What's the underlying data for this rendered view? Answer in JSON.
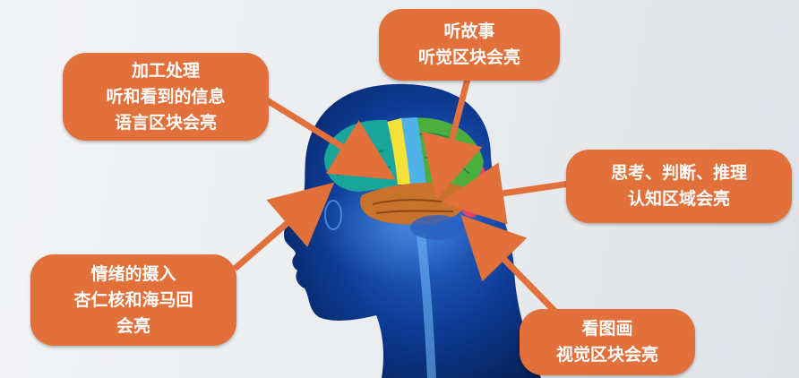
{
  "labels": {
    "story": {
      "lines": [
        "听故事",
        "听觉区块会亮"
      ]
    },
    "language": {
      "lines": [
        "加工处理",
        "听和看到的信息",
        "语言区块会亮"
      ]
    },
    "cognition": {
      "lines": [
        "思考、判断、推理",
        "认知区域会亮"
      ]
    },
    "emotion": {
      "lines": [
        "情绪的摄入",
        "杏仁核和海马回",
        "会亮"
      ]
    },
    "visual": {
      "lines": [
        "看图画",
        "视觉区块会亮"
      ]
    }
  },
  "colors": {
    "bubble": "#e2703a",
    "arrow": "#e2703a",
    "head": "#0b3a8c",
    "brain_frontal": "#1aa59a",
    "brain_yellow": "#f4e23a",
    "brain_blue": "#4fb3e8",
    "brain_parietal": "#4cae3c",
    "brain_temporal": "#c9722b",
    "brain_occipital": "#e04563"
  }
}
